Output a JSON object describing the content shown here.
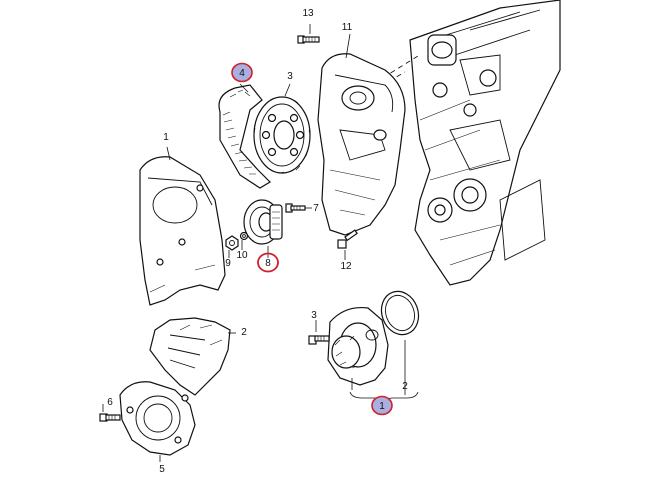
{
  "callouts": [
    {
      "id": "c13",
      "text": "13",
      "highlight": "none"
    },
    {
      "id": "c11",
      "text": "11",
      "highlight": "none"
    },
    {
      "id": "c4",
      "text": "4",
      "highlight": "filled"
    },
    {
      "id": "c3a",
      "text": "3",
      "highlight": "none"
    },
    {
      "id": "c1a",
      "text": "1",
      "highlight": "none"
    },
    {
      "id": "c7",
      "text": "7",
      "highlight": "none"
    },
    {
      "id": "c9",
      "text": "9",
      "highlight": "none"
    },
    {
      "id": "c10",
      "text": "10",
      "highlight": "none"
    },
    {
      "id": "c8",
      "text": "8",
      "highlight": "ring"
    },
    {
      "id": "c12",
      "text": "12",
      "highlight": "none"
    },
    {
      "id": "c3b",
      "text": "3",
      "highlight": "none"
    },
    {
      "id": "c2a",
      "text": "2",
      "highlight": "none"
    },
    {
      "id": "c2b",
      "text": "2",
      "highlight": "none"
    },
    {
      "id": "c6",
      "text": "6",
      "highlight": "none"
    },
    {
      "id": "c5",
      "text": "5",
      "highlight": "none"
    },
    {
      "id": "c1b",
      "text": "1",
      "highlight": "filled"
    }
  ],
  "colors": {
    "line": "#111111",
    "highlight_fill": "#a9afe0",
    "highlight_ring": "#d0202a"
  }
}
